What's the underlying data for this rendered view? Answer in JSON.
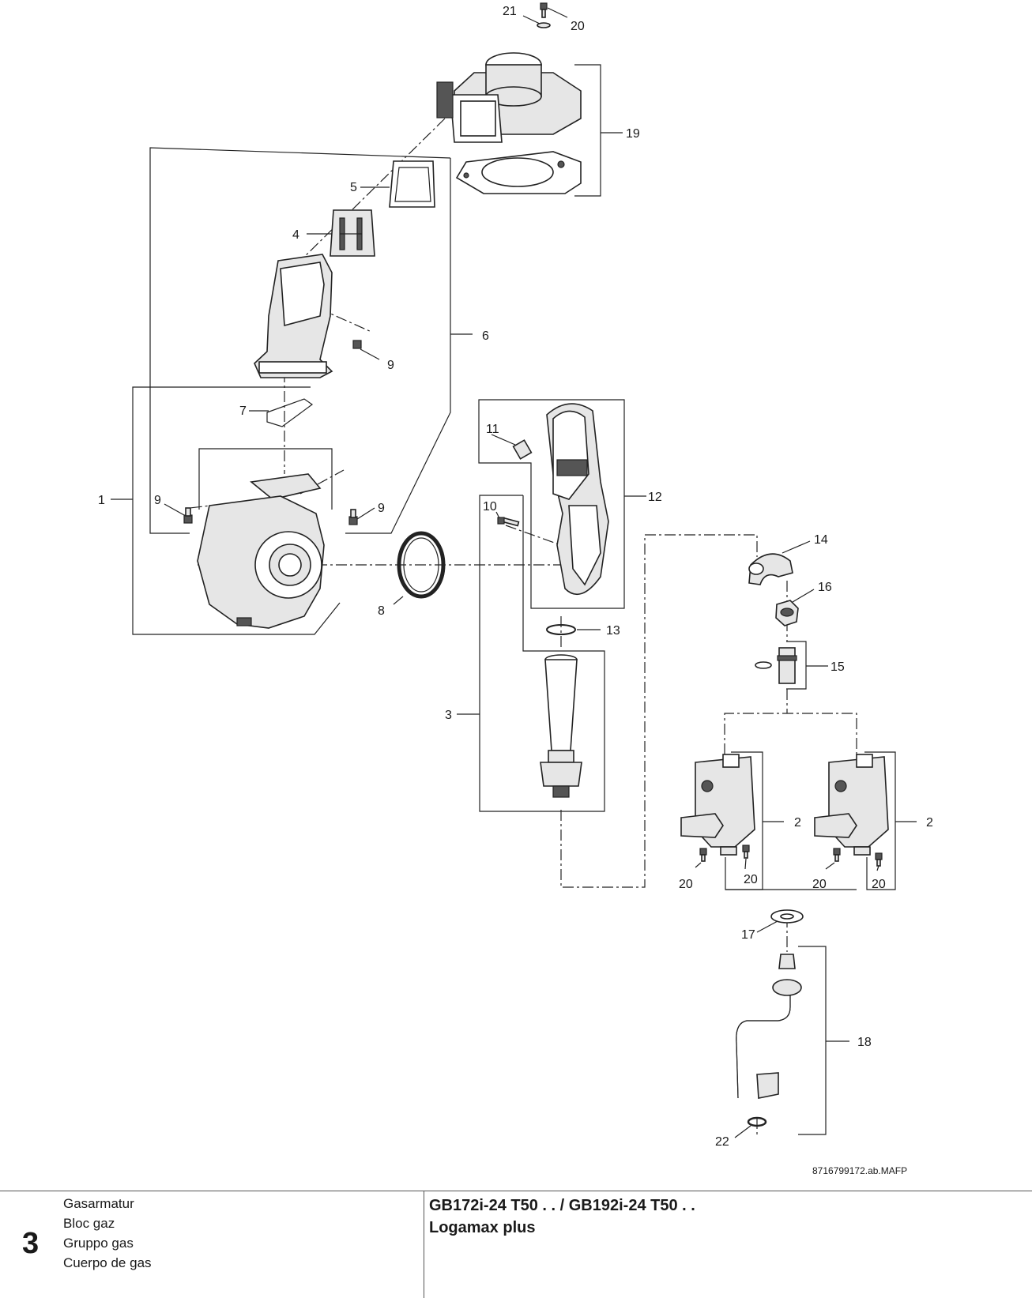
{
  "callouts": {
    "c21": "21",
    "c20_top": "20",
    "c19": "19",
    "c5": "5",
    "c4": "4",
    "c6": "6",
    "c9_a": "9",
    "c7": "7",
    "c1": "1",
    "c9_b": "9",
    "c9_c": "9",
    "c8": "8",
    "c11": "11",
    "c12": "12",
    "c10": "10",
    "c13": "13",
    "c3": "3",
    "c14": "14",
    "c16": "16",
    "c15": "15",
    "c2_a": "2",
    "c2_b": "2",
    "c20_a": "20",
    "c20_b": "20",
    "c20_c": "20",
    "c20_d": "20",
    "c17": "17",
    "c18": "18",
    "c22": "22"
  },
  "drawing_ref": "8716799172.ab.MAFP",
  "footer": {
    "section_number": "3",
    "names": [
      "Gasarmatur",
      "Bloc gaz",
      "Gruppo gas",
      "Cuerpo de gas"
    ],
    "model_line": "GB172i-24 T50 . . / GB192i-24 T50 . .",
    "product_line": "Logamax plus"
  }
}
